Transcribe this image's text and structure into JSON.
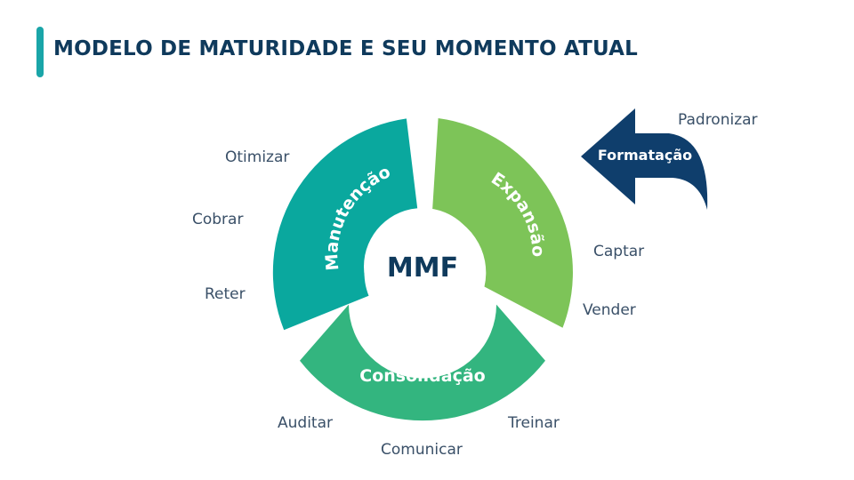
{
  "title": "MODELO DE MATURIDADE E SEU MOMENTO ATUAL",
  "center": "MMF",
  "segments": {
    "manutencao": {
      "label": "Manutenção",
      "color": "#0aa89e"
    },
    "expansao": {
      "label": "Expansão",
      "color": "#7dc458"
    },
    "consolidacao": {
      "label": "Consolidação",
      "color": "#33b57f"
    }
  },
  "arrow": {
    "label": "Formatação",
    "color": "#0f3e6c"
  },
  "side_labels": {
    "otimizar": "Otimizar",
    "cobrar": "Cobrar",
    "reter": "Reter",
    "captar": "Captar",
    "vender": "Vender",
    "padronizar": "Padronizar",
    "auditar": "Auditar",
    "comunicar": "Comunicar",
    "treinar": "Treinar"
  },
  "colors": {
    "title": "#0f3a5c",
    "accent_bar": "#1aa5a8",
    "label_text": "#3a5068"
  }
}
